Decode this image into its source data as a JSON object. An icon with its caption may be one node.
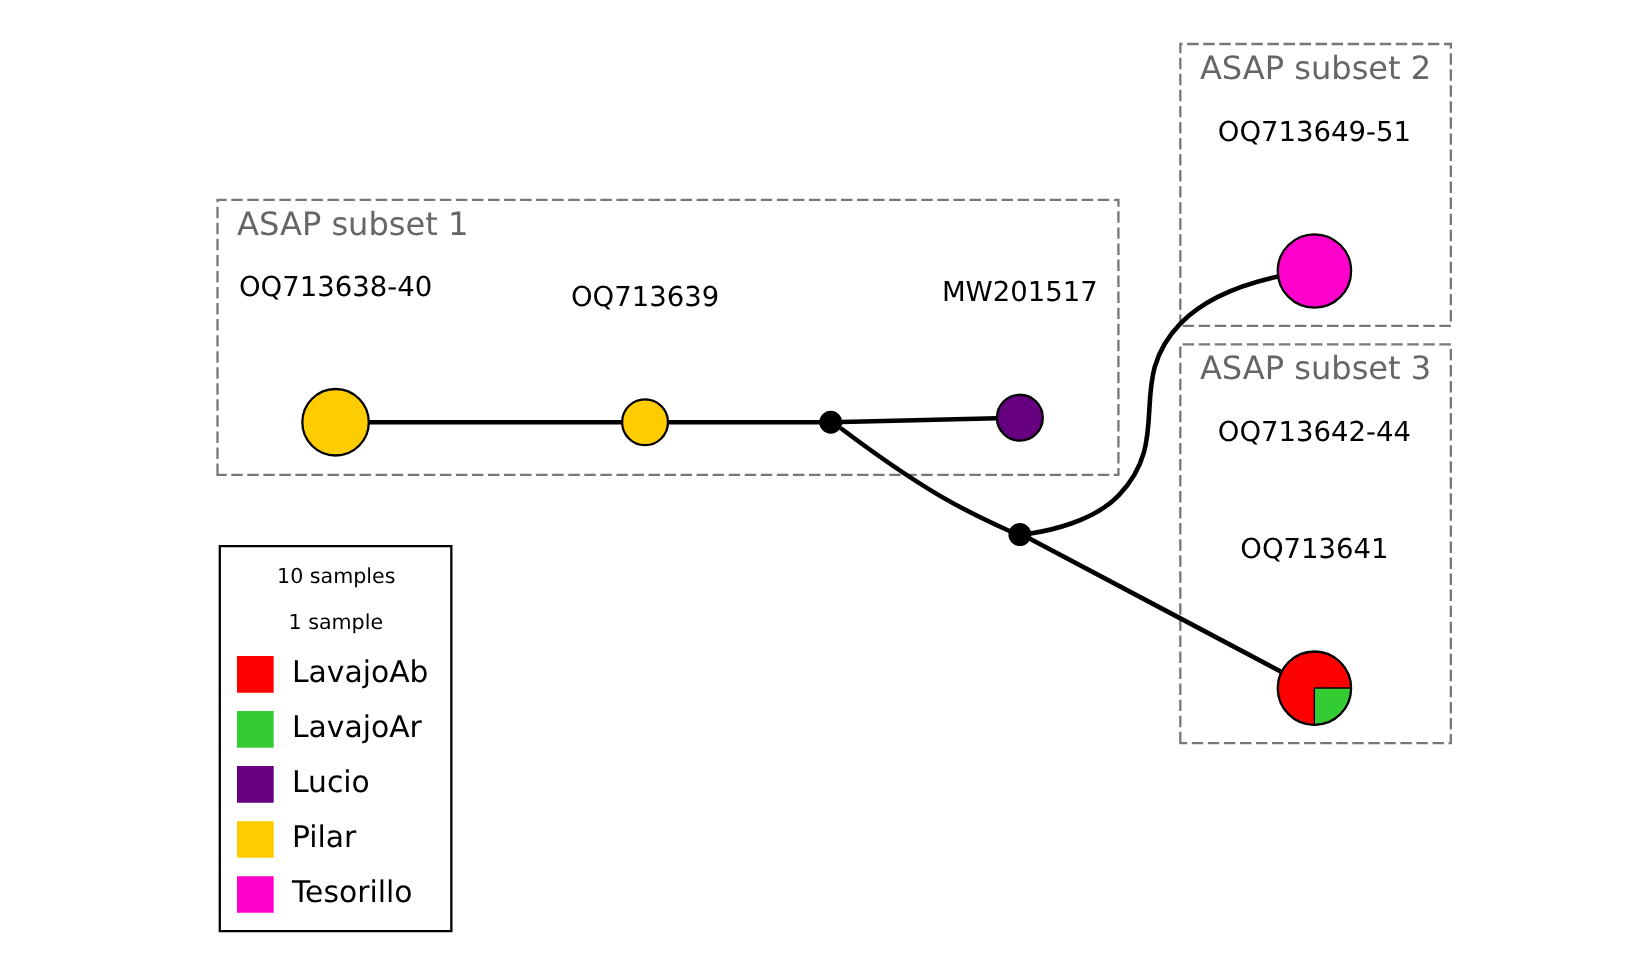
{
  "diagram": {
    "nodes": [
      {
        "text": [
          "ASAP subset 2"
        ]
      },
      {
        "text": [],
        "shape": "circle",
        "beside": [
          "OQ713649-51"
        ],
        "in": 0
      },
      {
        "text": [
          "ASAP subset 3"
        ]
      },
      {
        "text": [],
        "shape": "circle",
        "beside": [
          "OQ713641",
          "OQ713642-44"
        ],
        "in": 2
      },
      {
        "text": [
          "ASAP subset 1"
        ]
      },
      {
        "text": [],
        "shape": "circle",
        "beside": [
          "OQ713638-40"
        ],
        "in": 4
      },
      {
        "text": [],
        "shape": "circle",
        "beside": [
          "OQ713639"
        ],
        "in": 4
      },
      {
        "text": [],
        "shape": "circle",
        "in": 4
      },
      {
        "text": [],
        "shape": "circle",
        "beside": [
          "MW201517"
        ],
        "in": 4
      },
      {
        "text": [],
        "shape": "circle"
      }
    ],
    "edges": [
      {
        "from": 5,
        "to": 6,
        "arrow": "none"
      },
      {
        "from": 6,
        "to": 7,
        "arrow": "none"
      },
      {
        "from": 7,
        "to": 8,
        "arrow": "none"
      },
      {
        "from": 7,
        "to": 9,
        "arrow": "none"
      },
      {
        "from": 9,
        "to": 1,
        "arrow": "none"
      },
      {
        "from": 9,
        "to": 3,
        "arrow": "none"
      }
    ],
    "labels": [
      "10 samples",
      "1 sample"
    ],
    "legend": [
      {
        "text": "LavajoAb",
        "color": "#ff0000"
      },
      {
        "text": "LavajoAr",
        "color": "#33cc33"
      },
      {
        "text": "Lucio",
        "color": "#660080"
      },
      {
        "text": "Pilar",
        "color": "#ffcc00"
      },
      {
        "text": "Tesorillo",
        "color": "#ff00cc"
      }
    ]
  }
}
